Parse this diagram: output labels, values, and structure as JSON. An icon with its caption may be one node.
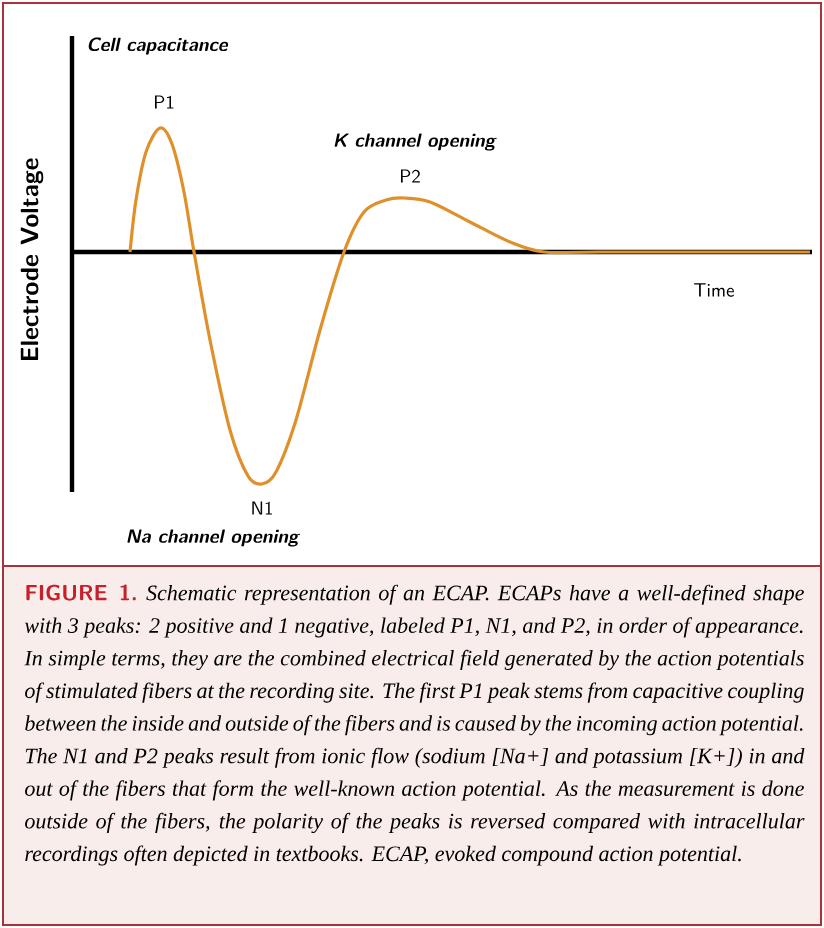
{
  "diagram": {
    "caption": "Schematic representation of an ECAP. ECAPs have a well-defined shape with 3 peaks: 2 positive and 1 negative, labeled P1, N1, and P2, in order of appearance. In simple terms, they are the combined electrical field generated by the action potentials of stimulated fibers at the recording site. The first P1 peak stems from capacitive coupling between the inside and outside of the fibers and is caused by the incoming action potential. The N1 and P2 peaks result from ionic flow (sodium [Na+] and potassium [K+]) in and out of the fibers that form the well-known action potential. As the measurement is done outside of the fibers, the polarity of the peaks is reversed compared with intracellular recordings often depicted in textbooks. ECAP, evoked compound action potential.",
    "labels": [
      "Cell capacitance",
      "P1",
      "K channel opening",
      "P2",
      "Electrode Voltage",
      "Time",
      "N1",
      "Na channel opening",
      "FIGURE 1."
    ]
  }
}
